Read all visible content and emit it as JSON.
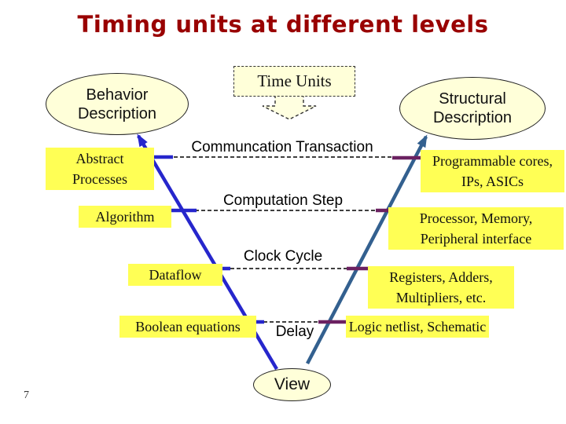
{
  "slide": {
    "title": "Timing units at different levels",
    "page_number": "7"
  },
  "nodes": {
    "behavior": "Behavior Description",
    "time_units": "Time Units",
    "structural": "Structural Description",
    "view": "View"
  },
  "rows": [
    {
      "level": "Abstract Processes",
      "time_unit": "Communcation Transaction",
      "component": "Programmable cores, IPs, ASICs"
    },
    {
      "level": "Algorithm",
      "time_unit": "Computation Step",
      "component": "Processor, Memory, Peripheral interface"
    },
    {
      "level": "Dataflow",
      "time_unit": "Clock Cycle",
      "component": "Registers, Adders, Multipliers, etc."
    },
    {
      "level": "Boolean equations",
      "time_unit": "Delay",
      "component": "Logic netlist, Schematic"
    }
  ],
  "colors": {
    "title_red": "#990000",
    "highlight_yellow": "#FFFF55",
    "node_cream": "#FFFFD9",
    "behavior_axis_blue": "#2626CC",
    "structural_axis_steel": "#33608F",
    "tick_purple": "#6B2161",
    "connector_black": "#000000"
  }
}
